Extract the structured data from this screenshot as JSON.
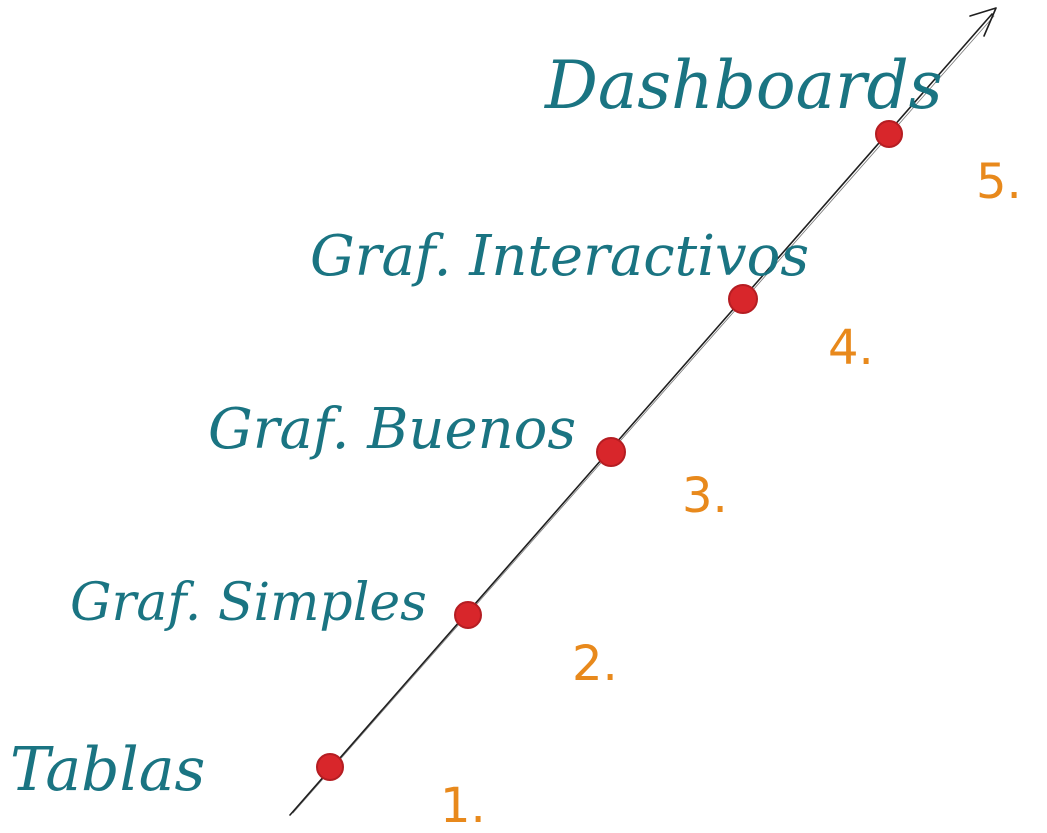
{
  "steps": [
    {
      "label": "Tablas",
      "number": "1."
    },
    {
      "label": "Graf. Simples",
      "number": "2."
    },
    {
      "label": "Graf. Buenos",
      "number": "3."
    },
    {
      "label": "Graf. Interactivos",
      "number": "4."
    },
    {
      "label": "Dashboards",
      "number": "5."
    }
  ],
  "colors": {
    "label": "#1a7482",
    "number": "#e8891c",
    "marker": "#d8262b",
    "axis": "#1f1f1f"
  }
}
